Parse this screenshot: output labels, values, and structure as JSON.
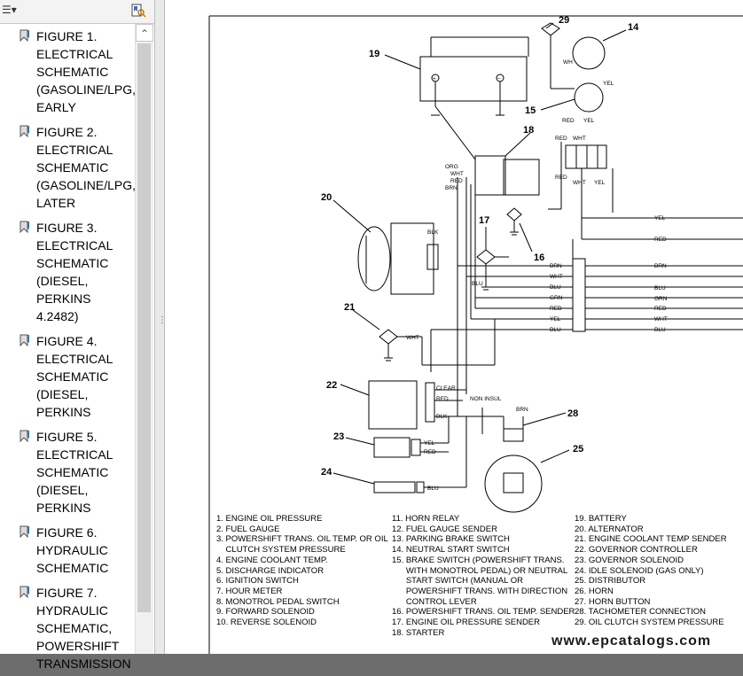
{
  "sidebar": {
    "bookmarks": [
      {
        "label": "FIGURE 1. ELECTRICAL SCHEMATIC (GASOLINE/LPG, EARLY"
      },
      {
        "label": "FIGURE 2. ELECTRICAL SCHEMATIC (GASOLINE/LPG, LATER"
      },
      {
        "label": "FIGURE 3. ELECTRICAL SCHEMATIC (DIESEL, PERKINS 4.2482)"
      },
      {
        "label": "FIGURE 4. ELECTRICAL SCHEMATIC (DIESEL, PERKINS"
      },
      {
        "label": "FIGURE 5. ELECTRICAL SCHEMATIC (DIESEL, PERKINS"
      },
      {
        "label": "FIGURE 6. HYDRAULIC SCHEMATIC"
      },
      {
        "label": "FIGURE 7. HYDRAULIC SCHEMATIC, POWERSHIFT TRANSMISSION"
      }
    ]
  },
  "schematic": {
    "callouts": [
      "29",
      "14",
      "19",
      "15",
      "18",
      "20",
      "17",
      "16",
      "21",
      "22",
      "28",
      "23",
      "25",
      "24"
    ],
    "wires": {
      "wh": "WH",
      "yel": "YEL",
      "red": "RED",
      "wht": "WHT",
      "org": "ORG",
      "brn": "BRN",
      "blk": "BLK",
      "blu": "BLU",
      "grn": "GRN",
      "clear": "CLEAR",
      "non_insul": "NON INSUL"
    },
    "right_wires": [
      "YEL",
      "RED",
      "BRN",
      "BLU",
      "GRN",
      "RED",
      "WHT",
      "BLU"
    ],
    "block16_wires": [
      "BRN",
      "WHT",
      "BLU",
      "GRN",
      "RED",
      "YEL",
      "BLU"
    ]
  },
  "legend": {
    "col1": [
      "1. ENGINE OIL PRESSURE",
      "2. FUEL GAUGE",
      "3. POWERSHIFT TRANS. OIL TEMP. OR OIL",
      "    CLUTCH SYSTEM PRESSURE",
      "4. ENGINE COOLANT TEMP.",
      "5. DISCHARGE INDICATOR",
      "6. IGNITION SWITCH",
      "7. HOUR METER",
      "8. MONOTROL PEDAL SWITCH",
      "9. FORWARD SOLENOID",
      "10. REVERSE SOLENOID"
    ],
    "col2": [
      "11. HORN RELAY",
      "12. FUEL GAUGE SENDER",
      "13. PARKING BRAKE SWITCH",
      "14. NEUTRAL START SWITCH",
      "15. BRAKE SWITCH (POWERSHIFT TRANS.",
      "      WITH MONOTROL PEDAL) OR NEUTRAL",
      "      START SWITCH (MANUAL OR",
      "      POWERSHIFT TRANS. WITH DIRECTION",
      "      CONTROL LEVER",
      "16. POWERSHIFT TRANS. OIL TEMP. SENDER",
      "17. ENGINE OIL PRESSURE SENDER",
      "18. STARTER"
    ],
    "col3": [
      "19. BATTERY",
      "20. ALTERNATOR",
      "21. ENGINE COOLANT TEMP SENDER",
      "22. GOVERNOR CONTROLLER",
      "23. GOVERNOR SOLENOID",
      "24. IDLE SOLENOID (GAS ONLY)",
      "25. DISTRIBUTOR",
      "26. HORN",
      "27. HORN BUTTON",
      "28. TACHOMETER CONNECTION",
      "29. OIL CLUTCH SYSTEM PRESSURE"
    ]
  },
  "watermark": "www.epcatalogs.com",
  "colors": {
    "page_bg": "#ffffff",
    "viewer_bg": "#6d6d6d",
    "sidebar_bg": "#ffffff"
  }
}
